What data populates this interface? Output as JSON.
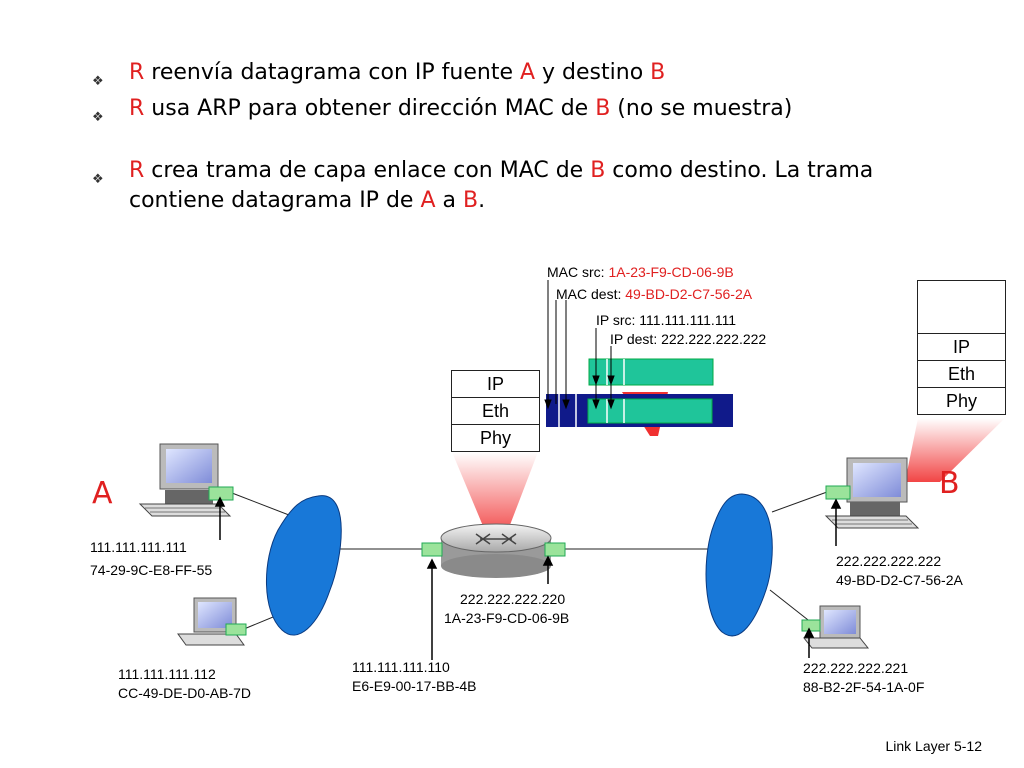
{
  "bullets": [
    {
      "parts": [
        {
          "t": "R",
          "red": true
        },
        {
          "t": " reenvía datagrama con IP fuente "
        },
        {
          "t": "A",
          "red": true
        },
        {
          "t": " y destino "
        },
        {
          "t": "B",
          "red": true
        }
      ]
    },
    {
      "parts": [
        {
          "t": "R",
          "red": true
        },
        {
          "t": " usa ARP para obtener dirección MAC de "
        },
        {
          "t": "B",
          "red": true
        },
        {
          "t": " (no se muestra)"
        }
      ]
    },
    {
      "parts": [
        {
          "t": "R",
          "red": true
        },
        {
          "t": " crea trama de capa enlace con MAC de "
        },
        {
          "t": "B",
          "red": true
        },
        {
          "t": " como destino. La trama contiene datagrama IP de "
        },
        {
          "t": "A",
          "red": true
        },
        {
          "t": " a "
        },
        {
          "t": "B",
          "red": true
        },
        {
          "t": "."
        }
      ]
    }
  ],
  "frame": {
    "mac_src_label": "MAC src: ",
    "mac_src_value": "1A-23-F9-CD-06-9B",
    "mac_dest_label": "MAC dest: ",
    "mac_dest_value": "49-BD-D2-C7-56-2A",
    "ip_src": "IP src: 111.111.111.111",
    "ip_dest": "IP dest: 222.222.222.222"
  },
  "router_stack": [
    "IP",
    "Eth",
    "Phy"
  ],
  "host_b_stack": [
    "IP",
    "Eth",
    "Phy"
  ],
  "nodes": {
    "a_letter": "A",
    "b_letter": "B",
    "host_a_ip": "111.111.111.111",
    "host_a_mac": "74-29-9C-E8-FF-55",
    "host_a2_ip": "111.111.111.112",
    "host_a2_mac": "CC-49-DE-D0-AB-7D",
    "router_left_ip": "111.111.111.110",
    "router_left_mac": "E6-E9-00-17-BB-4B",
    "router_right_ip": "222.222.222.220",
    "router_right_mac": "1A-23-F9-CD-06-9B",
    "host_b_ip": "222.222.222.222",
    "host_b_mac": "49-BD-D2-C7-56-2A",
    "host_b2_ip": "222.222.222.221",
    "host_b2_mac": "88-B2-2F-54-1A-0F"
  },
  "colors": {
    "accent_red": "#e02020",
    "lan_blue": "#1878d8",
    "frame_navy": "#101a8a",
    "payload_green": "#1fc59a",
    "nic_green": "#9be39b"
  },
  "footer": {
    "text": "Link Layer  5-12"
  }
}
